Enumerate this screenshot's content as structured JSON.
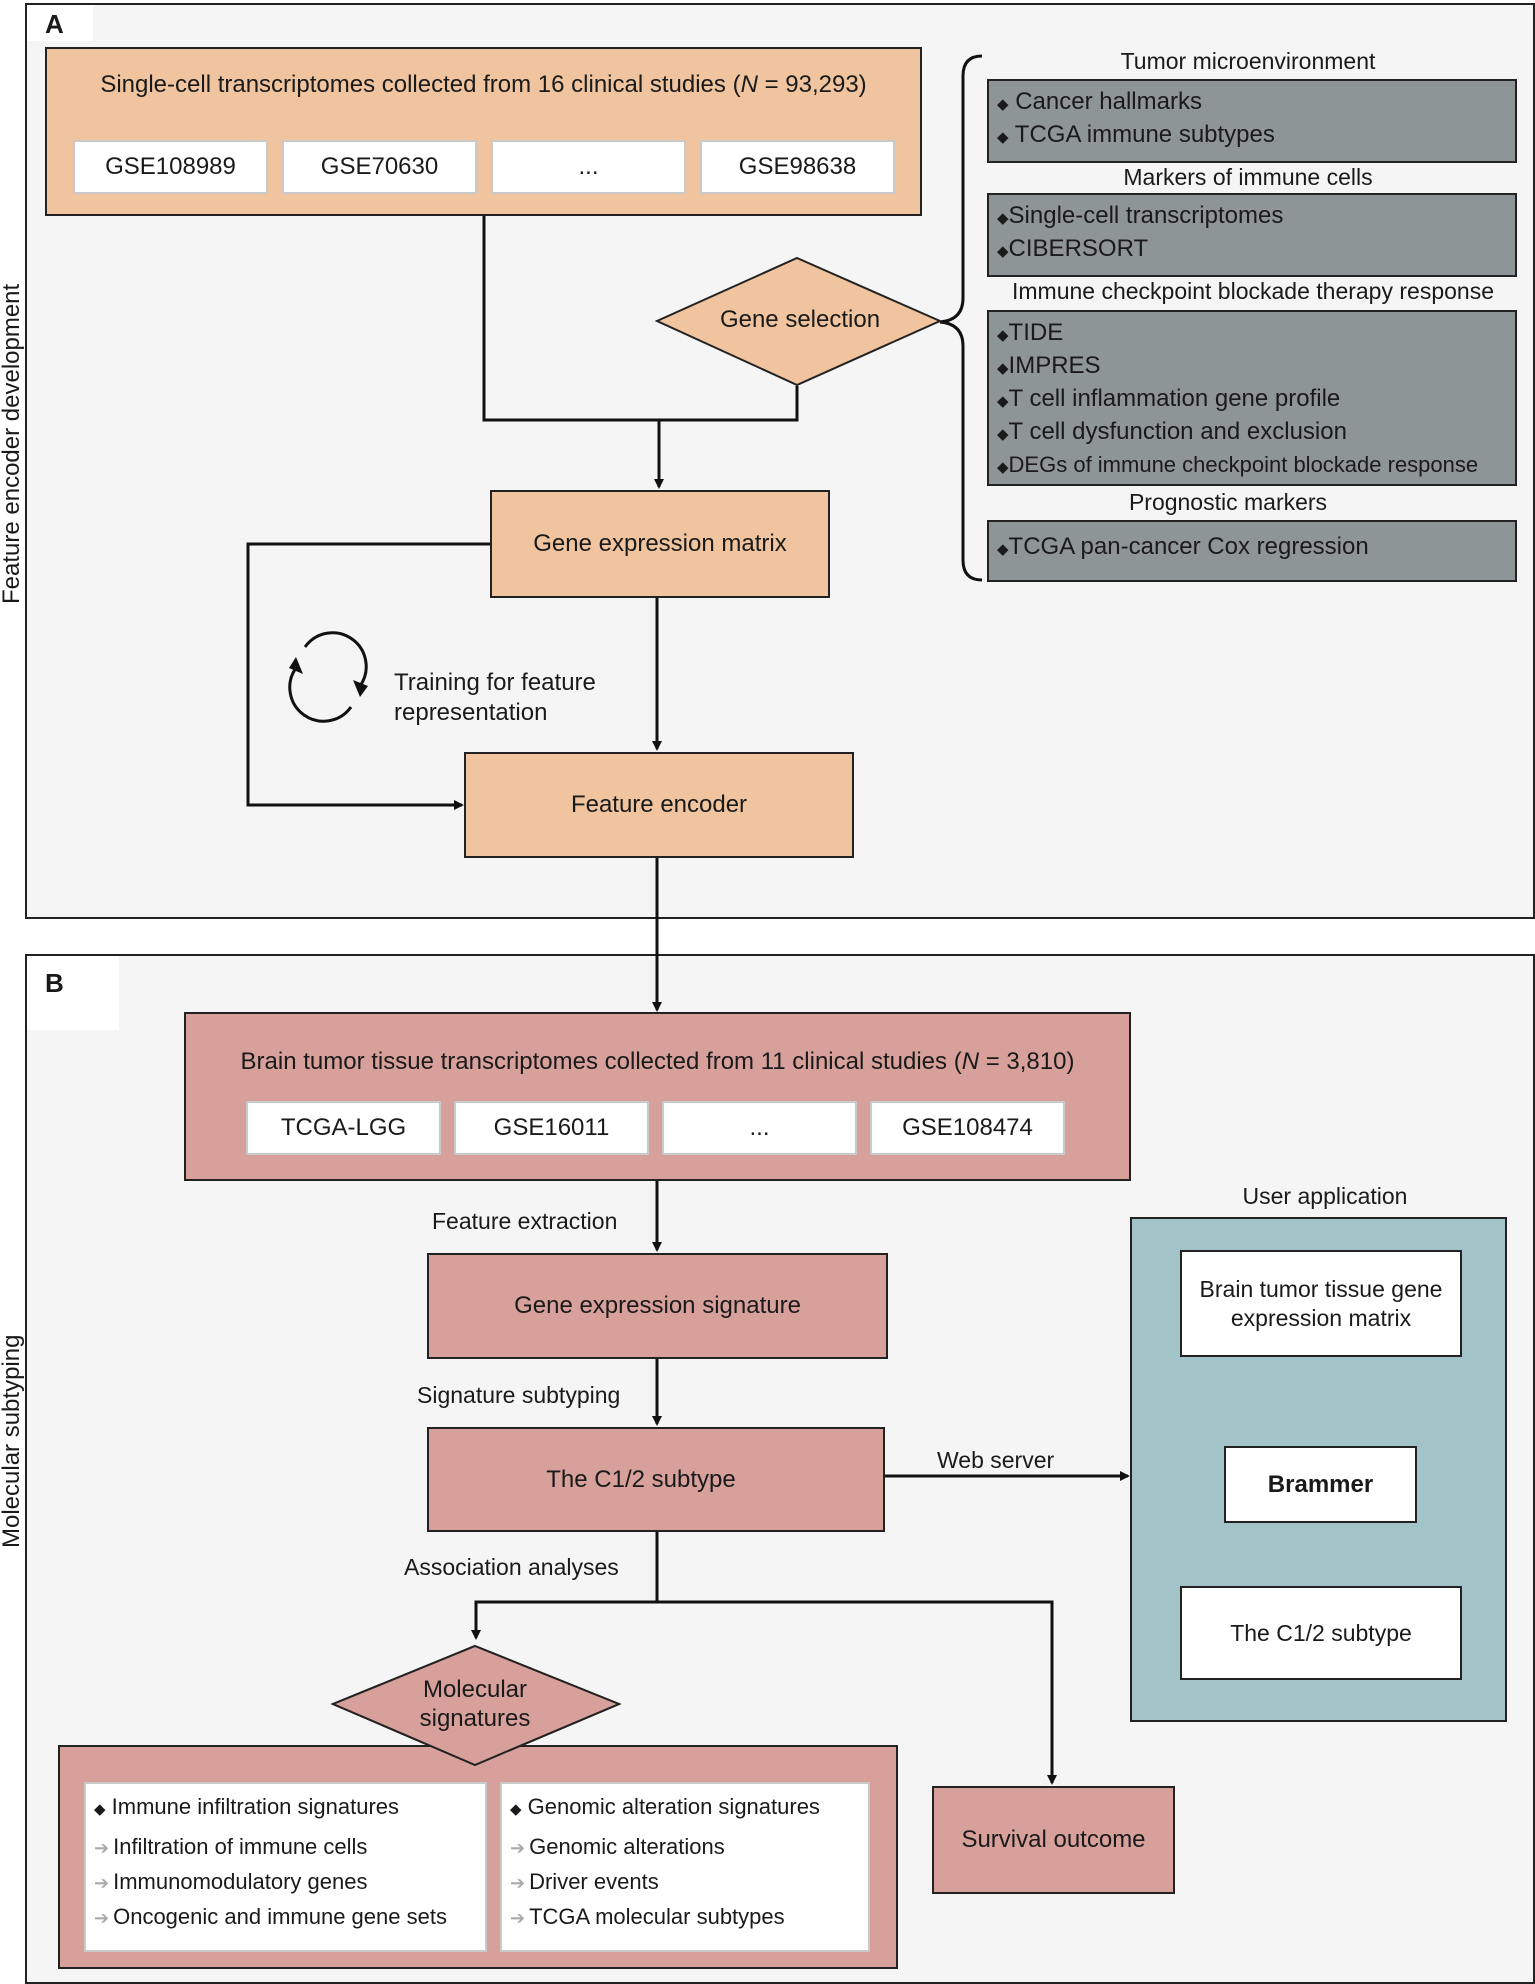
{
  "panel_a": {
    "label": "A",
    "side_label": "Feature encoder development",
    "top_box": {
      "title_pre": "Single-cell transcriptomes collected from 16 clinical studies (",
      "title_n": "N",
      "title_post": " = 93,293)",
      "datasets": [
        "GSE108989",
        "GSE70630",
        "...",
        "GSE98638"
      ]
    },
    "gene_selection": "Gene selection",
    "gene_matrix": "Gene expression matrix",
    "training_label": "Training for feature representation",
    "feature_encoder": "Feature encoder",
    "criteria": [
      {
        "heading": "Tumor microenvironment",
        "items": [
          "Cancer hallmarks",
          "TCGA immune subtypes"
        ]
      },
      {
        "heading": "Markers of immune cells",
        "items": [
          "Single-cell transcriptomes",
          "CIBERSORT"
        ]
      },
      {
        "heading": "Immune checkpoint blockade therapy response",
        "items": [
          "TIDE",
          "IMPRES",
          "T cell inflammation gene profile",
          "T cell dysfunction and exclusion",
          "DEGs of immune checkpoint blockade response"
        ]
      },
      {
        "heading": "Prognostic markers",
        "items": [
          "TCGA pan-cancer Cox regression"
        ]
      }
    ],
    "bullet": "◆"
  },
  "panel_b": {
    "label": "B",
    "side_label": "Molecular subtyping",
    "top_box": {
      "title_pre": "Brain tumor tissue transcriptomes collected from 11 clinical studies (",
      "title_n": "N",
      "title_post": " = 3,810)",
      "datasets": [
        "TCGA-LGG",
        "GSE16011",
        "...",
        "GSE108474"
      ]
    },
    "feature_extraction": "Feature extraction",
    "gene_signature": "Gene expression signature",
    "signature_subtyping": "Signature subtyping",
    "c12_subtype": "The C1/2 subtype",
    "web_server": "Web server",
    "association_analyses": "Association analyses",
    "molecular_signatures": "Molecular signatures",
    "immune_box": {
      "title": "Immune infiltration signatures",
      "items": [
        "Infiltration of immune cells",
        "Immunomodulatory genes",
        "Oncogenic and immune gene sets"
      ]
    },
    "genomic_box": {
      "title": "Genomic alteration signatures",
      "items": [
        "Genomic alterations",
        "Driver events",
        "TCGA molecular subtypes"
      ]
    },
    "survival": "Survival outcome",
    "user_app": {
      "title": "User application",
      "input": "Brain tumor tissue gene expression matrix",
      "tool": "Brammer",
      "output": "The C1/2 subtype"
    },
    "item_arrow": "➔"
  },
  "colors": {
    "orange": "#efc49e",
    "pink": "#d7a09a",
    "teal": "#a2c4c9",
    "grey": "#8e9597",
    "panel_bg": "#f4f5f4"
  }
}
